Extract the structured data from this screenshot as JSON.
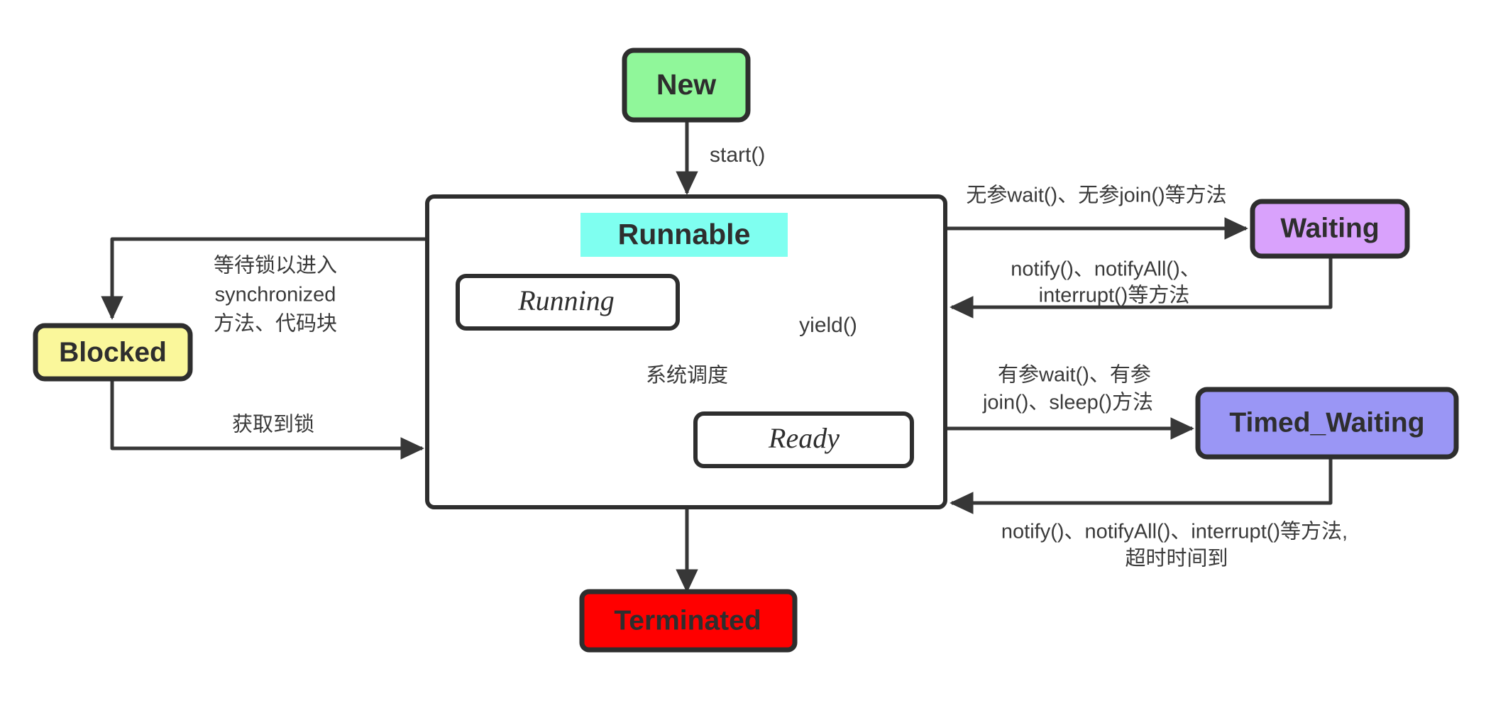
{
  "diagram": {
    "title": "Java Thread State Diagram",
    "type": "state-machine",
    "nodes": {
      "new": {
        "label": "New",
        "fill": "#90F79A",
        "border": "#2e2e2e",
        "text_color": "#2e2e2e"
      },
      "runnable_container": {
        "label": "",
        "fill": "#ffffff",
        "border": "#2e2e2e"
      },
      "runnable": {
        "label": "Runnable",
        "fill": "#7FFFF0",
        "border": "none",
        "text_color": "#2e2e2e"
      },
      "running": {
        "label": "Running",
        "fill": "#ffffff",
        "border": "#2e2e2e",
        "text_color": "#2e2e2e"
      },
      "ready": {
        "label": "Ready",
        "fill": "#ffffff",
        "border": "#2e2e2e",
        "text_color": "#2e2e2e"
      },
      "blocked": {
        "label": "Blocked",
        "fill": "#FAF79B",
        "border": "#2e2e2e",
        "text_color": "#2e2e2e"
      },
      "waiting": {
        "label": "Waiting",
        "fill": "#D9A2FC",
        "border": "#2e2e2e",
        "text_color": "#2e2e2e"
      },
      "timed_waiting": {
        "label": "Timed_Waiting",
        "fill": "#9A96F5",
        "border": "#2e2e2e",
        "text_color": "#2e2e2e"
      },
      "terminated": {
        "label": "Terminated",
        "fill": "#FF0000",
        "border": "#2e2e2e",
        "text_color": "#2e2e2e"
      }
    },
    "edge_labels": {
      "start": "start()",
      "wait_to_blocked_line1": "等待锁以进入",
      "wait_to_blocked_line2": "synchronized",
      "wait_to_blocked_line3": "方法、代码块",
      "acquire_lock": "获取到锁",
      "to_waiting": "无参wait()、无参join()等方法",
      "from_waiting_line1": "notify()、notifyAll()、",
      "from_waiting_line2": "interrupt()等方法",
      "to_timed_waiting_line1": "有参wait()、有参",
      "to_timed_waiting_line2": "join()、sleep()方法",
      "from_timed_waiting_line1": "notify()、notifyAll()、interrupt()等方法,",
      "from_timed_waiting_line2": "超时时间到",
      "yield": "yield()",
      "schedule": "系统调度"
    }
  }
}
